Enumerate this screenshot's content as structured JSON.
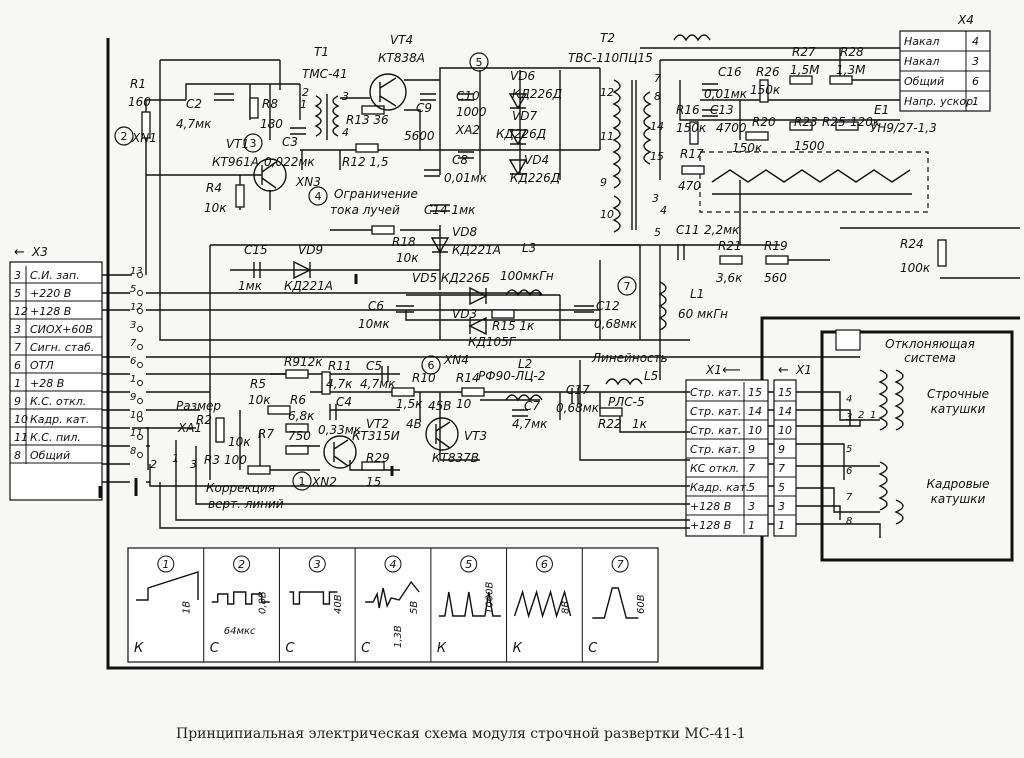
{
  "caption": "Принципиальная электрическая схема модуля строчной развертки МС-41-1",
  "left_connector": {
    "name": "X3",
    "rows": [
      {
        "num": "3",
        "label": "С.И. зап.",
        "pin": "13"
      },
      {
        "num": "5",
        "label": "+220 В",
        "pin": "5"
      },
      {
        "num": "12",
        "label": "+128 В",
        "pin": "12"
      },
      {
        "num": "3",
        "label": "СИОХ+60В",
        "pin": "3"
      },
      {
        "num": "7",
        "label": "Сигн. стаб.",
        "pin": "7"
      },
      {
        "num": "6",
        "label": "ОТЛ",
        "pin": "6"
      },
      {
        "num": "1",
        "label": "+28 В",
        "pin": "1"
      },
      {
        "num": "9",
        "label": "К.С. откл.",
        "pin": "9"
      },
      {
        "num": "10",
        "label": "Кадр. кат.",
        "pin": "10"
      },
      {
        "num": "11",
        "label": "К.С. пил.",
        "pin": "11"
      },
      {
        "num": "8",
        "label": "Общий",
        "pin": "8"
      }
    ]
  },
  "top_right_connector": {
    "name": "X4",
    "rows": [
      {
        "label": "Накал",
        "num": "4"
      },
      {
        "label": "Накал",
        "num": "3"
      },
      {
        "label": "Общий",
        "num": "6"
      },
      {
        "label": "Напр. ускор.",
        "num": "1"
      }
    ]
  },
  "x1_connector": {
    "name": "X1",
    "rows": [
      {
        "label": "Стр. кат.",
        "num": "15"
      },
      {
        "label": "Стр. кат.",
        "num": "14"
      },
      {
        "label": "Стр. кат.",
        "num": "10"
      },
      {
        "label": "Стр. кат.",
        "num": "9"
      },
      {
        "label": "КС откл.",
        "num": "7"
      },
      {
        "label": "Кадр. кат.",
        "num": "5"
      },
      {
        "label": "+128 В",
        "num": "3"
      },
      {
        "label": "+128 В",
        "num": "1"
      }
    ]
  },
  "x1_mate": {
    "name": "X1",
    "nums": [
      "15",
      "14",
      "10",
      "9",
      "7",
      "5",
      "3",
      "1"
    ]
  },
  "deflection_system": {
    "title_line1": "Отклоняющая",
    "title_line2": "система",
    "horizontal_line1": "Строчные",
    "horizontal_line2": "катушки",
    "vertical_line1": "Кадровые",
    "vertical_line2": "катушки",
    "coil_pins": [
      "4",
      "3",
      "2",
      "1",
      "5",
      "6",
      "7",
      "8"
    ]
  },
  "labels": {
    "T1": "T1",
    "T1_type": "ТМС-41",
    "VT4": "VT4",
    "VT4_type": "КТ838А",
    "T2": "T2",
    "T2_type": "ТВС-110ПЦ15",
    "R1": "R1",
    "R1_val": "160",
    "C2": "C2",
    "C2_val": "4,7мк",
    "R8": "R8",
    "R8_val": "180",
    "C3": "C3",
    "C3_val": "0,022мк",
    "VT1": "VT1",
    "VT1_type": "КТ961А",
    "R4": "R4",
    "R4_val": "10к",
    "R12": "R12 1,5",
    "R13": "R13 36",
    "C9": "C9",
    "C9_val": "5600",
    "C10": "C10",
    "C10_val": "1000",
    "XA2": "XA2",
    "VD6": "VD6",
    "VD6_type": "КД226Д",
    "VD7": "VD7",
    "VD7_type": "КД226Д",
    "VD4": "VD4",
    "VD4_type": "КД226Д",
    "C8": "C8",
    "C8_val": "0,01мк",
    "limit1": "Ограничение",
    "limit2": "тока лучей",
    "C14": "C14 1мк",
    "R18": "R18",
    "R18_val": "10к",
    "VD8": "VD8",
    "VD8_type": "КД221А",
    "C15": "C15",
    "C15_val": "1мк",
    "VD9": "VD9",
    "VD9_type": "КД221А",
    "VD5": "VD5 КД226Б",
    "L3": "L3",
    "L3_val": "100мкГн",
    "C6": "C6",
    "C6_val": "10мк",
    "VD3": "VD3",
    "VD3_type": "КД105Г",
    "R15": "R15 1к",
    "C12": "C12",
    "C12_val": "0,68мк",
    "L1": "L1",
    "L1_val": "60 мкГн",
    "C11": "C11",
    "C11_val": "2,2мк",
    "R21": "R21",
    "R21_val": "3,6к",
    "R19": "R19",
    "R19_val": "560",
    "R24": "R24",
    "R24_val": "100к",
    "R16": "R16",
    "R16_val": "150к",
    "C16": "C16",
    "C16_val": "0,01мк",
    "C13": "C13",
    "C13_val": "4700",
    "R26": "R26",
    "R26_val": "150к",
    "R27": "R27",
    "R27_val": "1,5М",
    "R28": "R28",
    "R28_val": "1,3М",
    "R20": "R20",
    "R20_val": "150к",
    "R23": "R23",
    "R23_val": "1500",
    "R25": "R25",
    "R25_val": "120к",
    "R17": "R17",
    "R17_val": "470",
    "E1": "E1",
    "E1_type": "УН9/27-1,3",
    "R9": "R9",
    "R9_val": "12к",
    "R11": "R11",
    "R11_val": "4,7к",
    "C5": "C5",
    "C5_val": "4,7мк",
    "XN4": "XN4",
    "L2": "L2",
    "L2_type": "РФ90-ЛЦ-2",
    "R10": "R10",
    "R10_val": "1,5к",
    "R14": "R14",
    "R14_val": "10",
    "C7": "C7",
    "C7_val": "4,7мк",
    "R5": "R5",
    "R5_val": "10к",
    "R6": "R6",
    "R6_val": "6,8к",
    "C4": "C4",
    "C4_val": "0,33мк",
    "VT2": "VT2",
    "VT2_type": "КТ315И",
    "VT3": "VT3",
    "VT3_type": "КТ837В",
    "R2": "R2",
    "R2_val": "10к",
    "R3": "R3",
    "R3_val": "100",
    "R7": "R7",
    "R7_val": "750",
    "R29": "R29",
    "R29_val": "15",
    "razmer": "Размер",
    "korr1": "Коррекция",
    "korr2": "верт. линий",
    "XA1": "XA1",
    "XN1": "XN1",
    "XN2": "XN2",
    "XN3": "XN3",
    "C17": "C17",
    "C17_val": "0,68мк",
    "lin": "Линейность",
    "L5": "L5",
    "L5_type": "РЛС-5",
    "R22": "R22",
    "R22_val": "1к",
    "v45": "45В",
    "v4": "4В",
    "t2_pins": [
      "12",
      "11",
      "9",
      "10",
      "7",
      "8",
      "14",
      "15",
      "3",
      "4",
      "5"
    ],
    "t1_pins": [
      "1",
      "2",
      "3",
      "4"
    ],
    "xa1_pins": [
      "2",
      "1",
      "3"
    ]
  },
  "test_points": [
    "1",
    "2",
    "3",
    "4",
    "5",
    "6",
    "7"
  ],
  "waveforms": [
    {
      "id": "1",
      "point": "К",
      "amp1": "1В"
    },
    {
      "id": "2",
      "point": "С",
      "amp1": "0,8В",
      "time": "64мкс"
    },
    {
      "id": "3",
      "point": "С",
      "amp1": "40В"
    },
    {
      "id": "4",
      "point": "С",
      "amp1": "5В",
      "amp2": "1,3В"
    },
    {
      "id": "5",
      "point": "К",
      "amp1": "1000В"
    },
    {
      "id": "6",
      "point": "К",
      "amp1": "8В"
    },
    {
      "id": "7",
      "point": "С",
      "amp1": "60В"
    }
  ]
}
